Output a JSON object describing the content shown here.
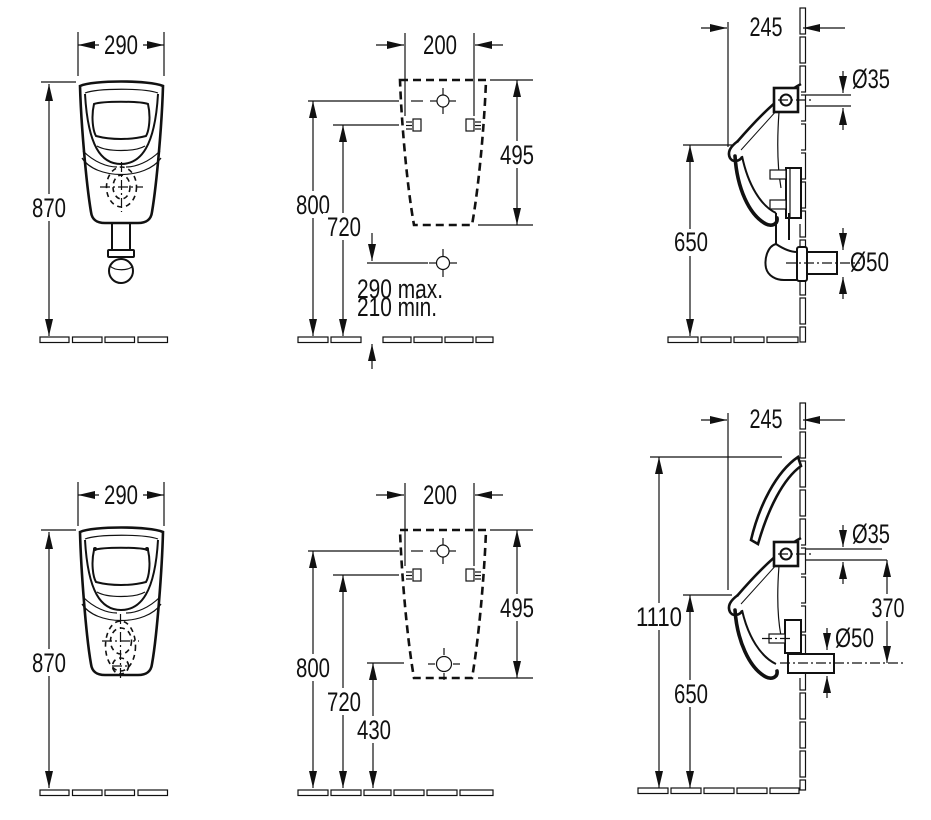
{
  "drawing": {
    "front_top": {
      "width": "290",
      "height": "870"
    },
    "template_top": {
      "width": "200",
      "body_height": "495",
      "inlet_height": "800",
      "fixing_height": "720",
      "outlet_max": "290 max.",
      "outlet_min": "210 min."
    },
    "side_top": {
      "depth": "245",
      "inlet_diameter": "Ø35",
      "rim_height": "650",
      "outlet_diameter": "Ø50"
    },
    "front_bottom": {
      "width": "290",
      "height": "870"
    },
    "template_bottom": {
      "width": "200",
      "body_height": "495",
      "inlet_height": "800",
      "fixing_height": "720",
      "outlet_height": "430"
    },
    "side_bottom": {
      "depth": "245",
      "inlet_diameter": "Ø35",
      "overall_height": "1110",
      "inlet_to_outlet": "370",
      "rim_height": "650",
      "outlet_diameter": "Ø50"
    }
  }
}
